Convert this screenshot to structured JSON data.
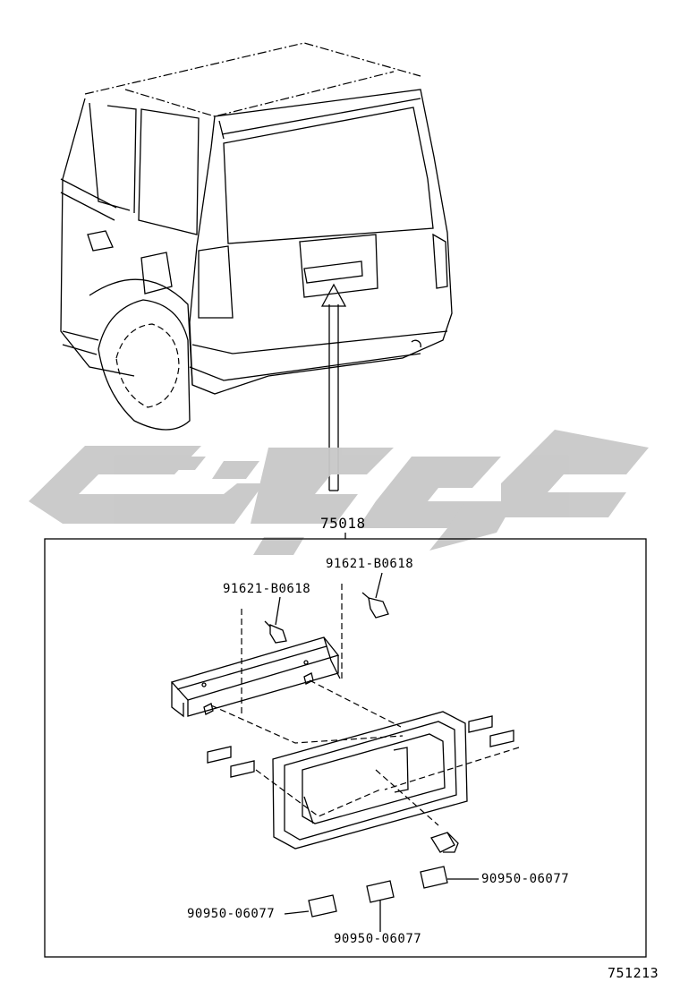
{
  "diagram": {
    "assembly_number": "75018",
    "drawing_number": "751213",
    "parts": {
      "screw_left": "91621-B0618",
      "screw_right": "91621-B0618",
      "clip_bottom_left": "90950-06077",
      "clip_bottom_center": "90950-06077",
      "clip_right": "90950-06077"
    },
    "watermark_color": "#c8c8c8",
    "line_color": "#000000"
  }
}
